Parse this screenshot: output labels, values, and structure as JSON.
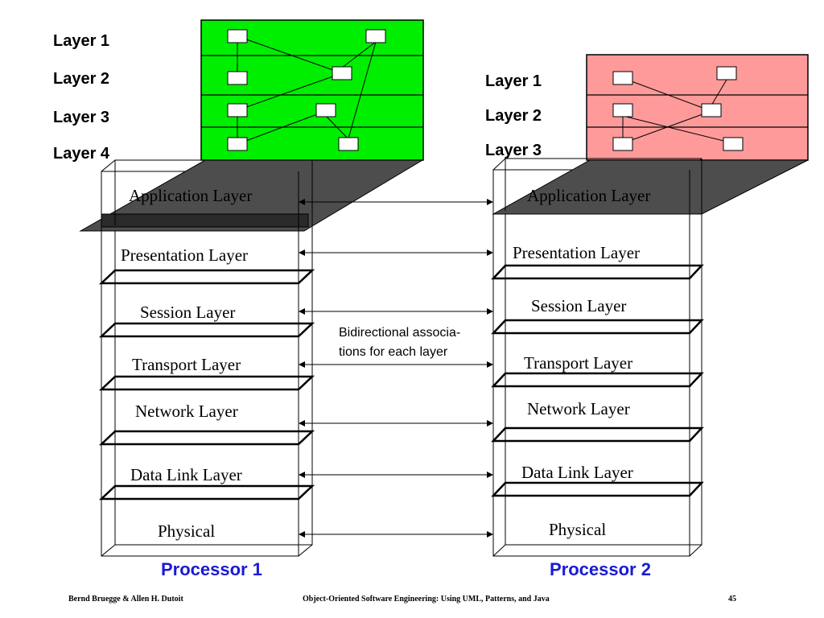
{
  "slide": {
    "page_number": "45"
  },
  "left_app_diagram": {
    "fill_color": "#00ee00",
    "layer_labels": [
      "Layer 1",
      "Layer 2",
      "Layer 3",
      "Layer 4"
    ]
  },
  "right_app_diagram": {
    "fill_color": "#ff9a9a",
    "layer_labels": [
      "Layer 1",
      "Layer 2",
      "Layer 3"
    ]
  },
  "stack_layers": [
    "Application Layer",
    "Presentation Layer",
    "Session Layer",
    "Transport Layer",
    "Network Layer",
    "Data Link Layer",
    "Physical"
  ],
  "processors": {
    "left": "Processor 1",
    "right": "Processor 2",
    "color": "#1a1ad6"
  },
  "annotation": {
    "line1": "Bidirectional associa-",
    "line2": "tions for each layer"
  },
  "footer": {
    "authors": "Bernd Bruegge & Allen H. Dutoit",
    "book": "Object-Oriented Software Engineering: Using UML, Patterns, and Java"
  }
}
